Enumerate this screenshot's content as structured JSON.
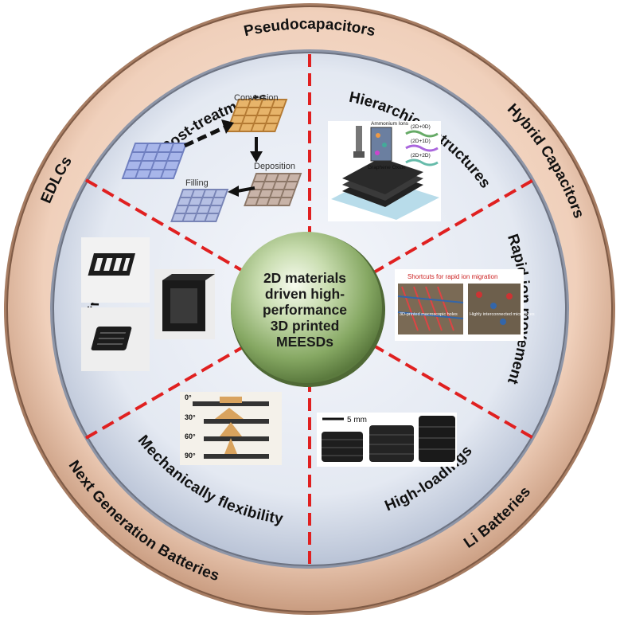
{
  "ring_labels": {
    "top": "Pseudocapacitors",
    "upper_right": "Hybrid Capacitors",
    "lower_right": "Li Batteries",
    "lower_left": "Next Generation Batteries",
    "upper_left": "EDLCs"
  },
  "sectors": {
    "post_treatments": {
      "title": "Post-treatments",
      "steps": [
        "Conversion",
        "Deposition",
        "Filling"
      ]
    },
    "hierarchical": {
      "title": "Hierarchical structures",
      "inset_labels": [
        "Ammonium Ions",
        "Graphene Oxide",
        "(2D+0D)",
        "(2D+1D)",
        "(2D+2D)"
      ]
    },
    "rapid_ion": {
      "title": "Rapid ion movement",
      "inset_labels": [
        "Shortcuts for rapid ion migration",
        "3D-printed macroscopic holes",
        "Highly interconnected micropores"
      ]
    },
    "high_loadings": {
      "title": "High-loadings",
      "scale": "5 mm"
    },
    "flexibility": {
      "title": "Mechanically flexibility",
      "angles": [
        "0°",
        "30°",
        "60°",
        "90°"
      ]
    },
    "design": {
      "title": "Design freedom"
    }
  },
  "center": {
    "lines": [
      "2D materials",
      "driven high-",
      "performance",
      "3D printed",
      "MEESDs"
    ]
  },
  "colors": {
    "ring_outer": "#d9b39a",
    "ring_inner": "#f5dcc9",
    "disc": "#dde3ef",
    "divider": "#e02020",
    "center_ball": "#8fae6d"
  }
}
